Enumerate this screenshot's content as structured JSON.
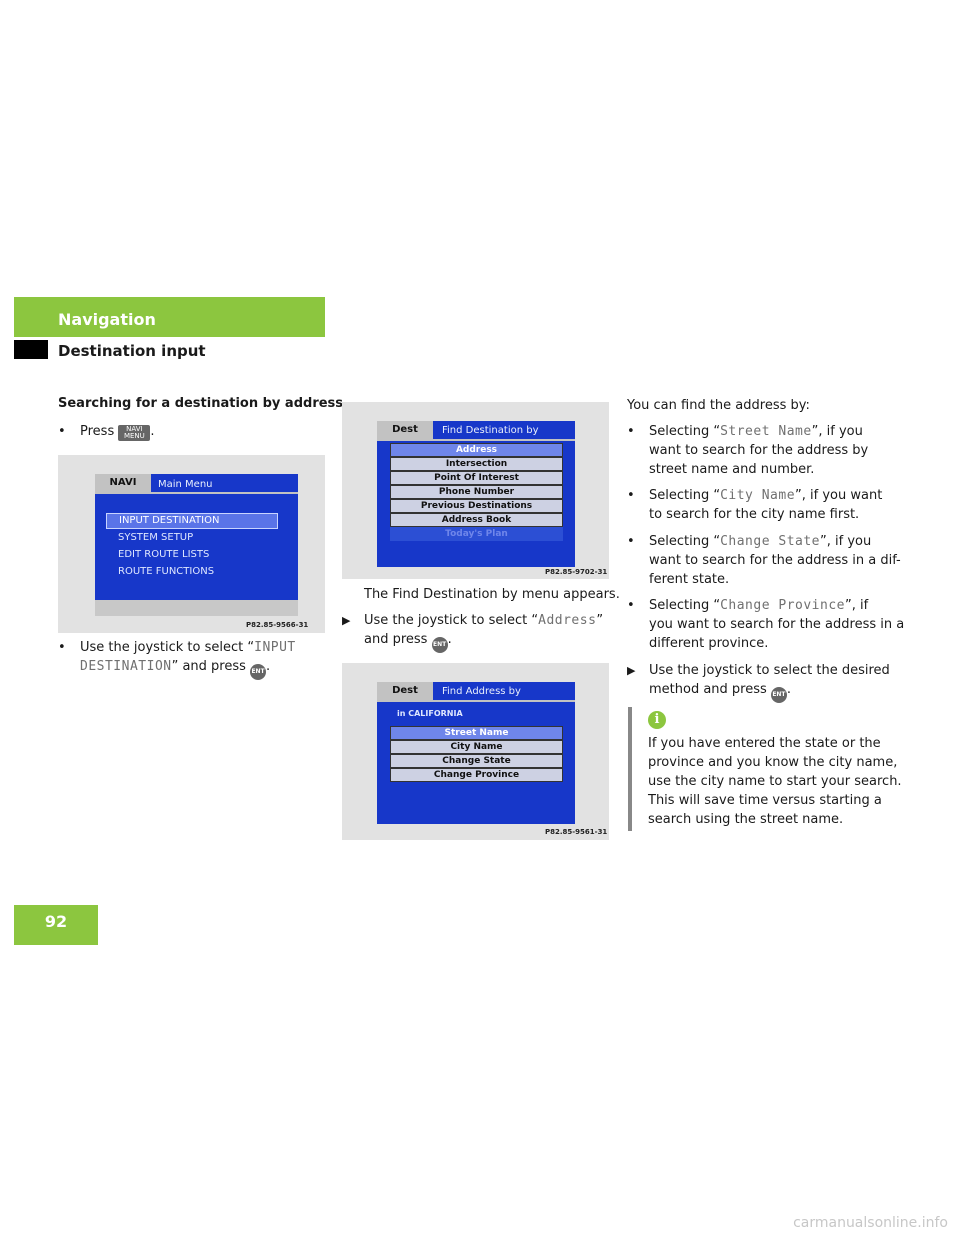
{
  "header": {
    "section": "Navigation",
    "subsection": "Destination input"
  },
  "page_number": "92",
  "col1": {
    "heading": "Searching for a destination by address",
    "press_prefix": "Press",
    "press_suffix": ".",
    "navi_icon": [
      "NAVI",
      "MENU"
    ],
    "step2_pre": "Use the joystick to select “",
    "step2_code1": "INPUT",
    "step2_code2": "DESTINATION",
    "step2_post": "” and press",
    "step2_end": ".",
    "screen": {
      "tab": "NAVI",
      "title": "Main Menu",
      "items": [
        "INPUT DESTINATION",
        "SYSTEM SETUP",
        "EDIT ROUTE LISTS",
        "ROUTE FUNCTIONS"
      ],
      "code": "P82.85-9566-31"
    }
  },
  "col2": {
    "screen1": {
      "tab": "Dest",
      "title": "Find Destination by",
      "items": [
        "Address",
        "Intersection",
        "Point Of Interest",
        "Phone Number",
        "Previous Destinations",
        "Address Book",
        "Today's Plan"
      ],
      "code": "P82.85-9702-31"
    },
    "caption": "The Find Destination by menu appears.",
    "step_pre": "Use the joystick to select “",
    "step_code": "Address",
    "step_mid": "”",
    "step_post": "and press",
    "step_end": ".",
    "screen2": {
      "tab": "Dest",
      "title": "Find Address by",
      "state_line": "in CALIFORNIA",
      "items": [
        "Street Name",
        "City Name",
        "Change State",
        "Change Province"
      ],
      "code": "P82.85-9561-31"
    }
  },
  "col3": {
    "intro": "You can find the address by:",
    "options": [
      {
        "pre": "Selecting “",
        "code": "Street Name",
        "post": "”, if you",
        "rest": [
          "want to search for the address by",
          "street name and number."
        ]
      },
      {
        "pre": "Selecting “",
        "code": "City Name",
        "post": "”, if you want",
        "rest": [
          "to search for the city name first."
        ]
      },
      {
        "pre": "Selecting “",
        "code": "Change State",
        "post": "”, if you",
        "rest": [
          "want to search for the address in a dif-",
          "ferent state."
        ]
      },
      {
        "pre": "Selecting “",
        "code": "Change Province",
        "post": "”, if",
        "rest": [
          "you want to search for the address in a",
          "different province."
        ]
      }
    ],
    "final_step_line1": "Use the joystick to select the desired",
    "final_step_line2": "method and press",
    "final_step_end": ".",
    "info_lines": [
      "If you have entered the state or the",
      "province and you know the city name,",
      "use the city name to start your search.",
      "This will save time versus starting a",
      "search using the street name."
    ]
  },
  "icons": {
    "ent": "ENT",
    "info": "i"
  },
  "watermark": "carmanualsonline.info"
}
